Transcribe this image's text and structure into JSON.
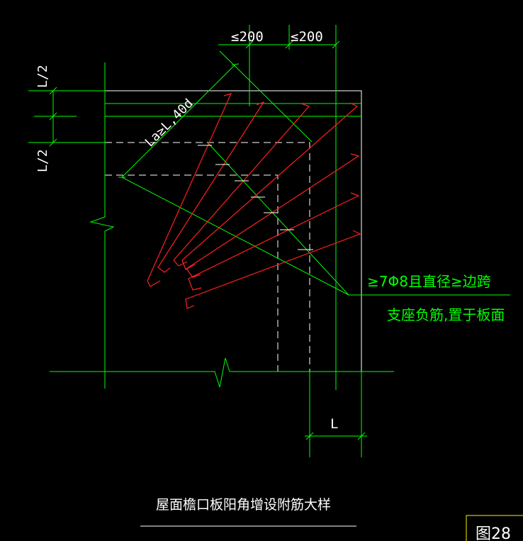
{
  "dimensions": {
    "top_left": "≤200",
    "top_right": "≤200",
    "left_top": "L/2",
    "left_bottom": "L/2",
    "bottom": "L",
    "diagonal": "La≥L,40d"
  },
  "annotation": {
    "line1": "≥7Φ8且直径≥边跨",
    "line2": "支座负筋,置于板面"
  },
  "title": "屋面檐口板阳角增设附筋大样",
  "figure_label": "图28",
  "colors": {
    "background": "#000000",
    "outline": "#ffffff",
    "dimension": "#00ff00",
    "rebar": "#ff2020",
    "label_box": "#d4c800"
  }
}
